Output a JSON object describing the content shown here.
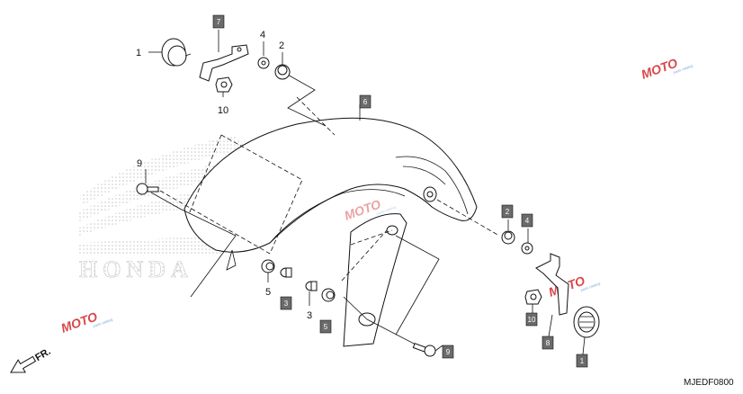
{
  "diagram": {
    "code": "MJEDF0800",
    "direction_label": "FR.",
    "background_brand": "HONDA",
    "colors": {
      "box_fill": "#6b6b6b",
      "line": "#111111",
      "watermark_red": "#d9474a",
      "watermark_blue": "#7ba7d6",
      "dot_pattern": "#c8c8c8"
    }
  },
  "watermarks": [
    {
      "text": "MOTO",
      "tagline": "parts catalog"
    },
    {
      "text": "MOTO",
      "tagline": "parts catalog"
    },
    {
      "text": "MOTO",
      "tagline": "parts catalog"
    },
    {
      "text": "MOTO",
      "tagline": "parts catalog"
    }
  ],
  "callouts": [
    {
      "id": "c1a",
      "number": "1",
      "boxed": false
    },
    {
      "id": "c7a",
      "number": "7",
      "boxed": true
    },
    {
      "id": "c4a",
      "number": "4",
      "boxed": false
    },
    {
      "id": "c2a",
      "number": "2",
      "boxed": false
    },
    {
      "id": "c10a",
      "number": "10",
      "boxed": false
    },
    {
      "id": "c6",
      "number": "6",
      "boxed": true
    },
    {
      "id": "c9a",
      "number": "9",
      "boxed": false
    },
    {
      "id": "c5a",
      "number": "5",
      "boxed": false
    },
    {
      "id": "c3a",
      "number": "3",
      "boxed": true
    },
    {
      "id": "c3b",
      "number": "3",
      "boxed": false
    },
    {
      "id": "c5b",
      "number": "5",
      "boxed": true
    },
    {
      "id": "c9b",
      "number": "9",
      "boxed": true
    },
    {
      "id": "c2b",
      "number": "2",
      "boxed": true
    },
    {
      "id": "c4b",
      "number": "4",
      "boxed": true
    },
    {
      "id": "c10b",
      "number": "10",
      "boxed": true
    },
    {
      "id": "c8",
      "number": "8",
      "boxed": true
    },
    {
      "id": "c1b",
      "number": "1",
      "boxed": true
    }
  ]
}
